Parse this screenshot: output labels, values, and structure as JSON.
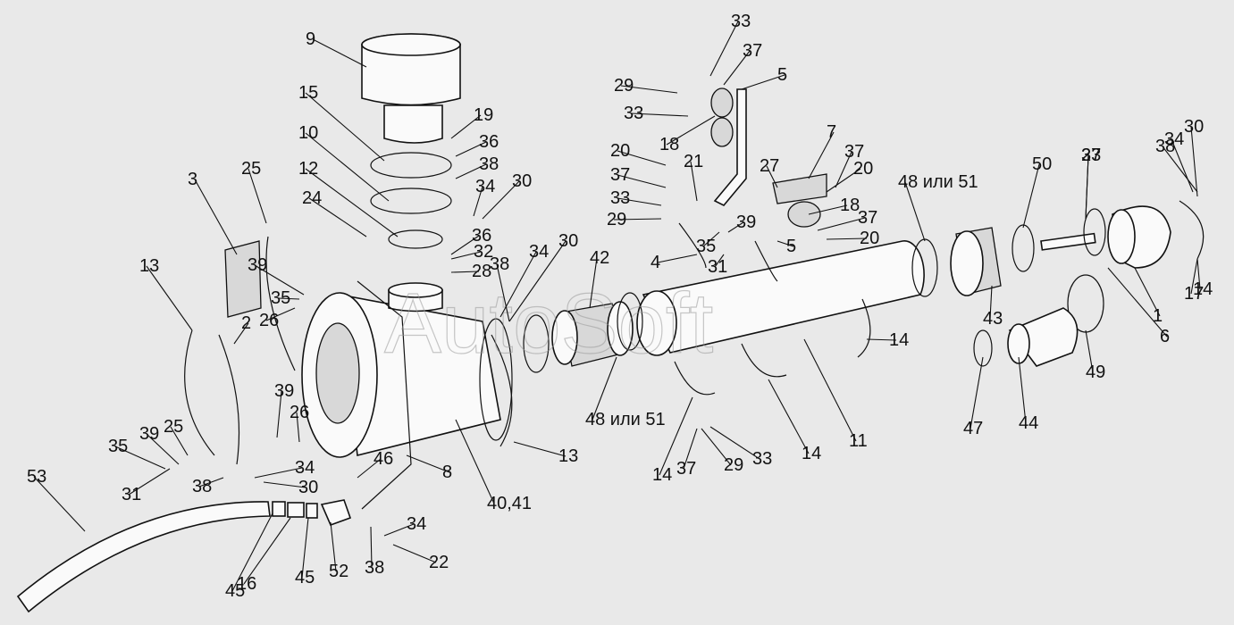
{
  "watermark": "AutoSoft",
  "labels": [
    {
      "text": "1"
    },
    {
      "text": "2"
    },
    {
      "text": "3"
    },
    {
      "text": "4"
    },
    {
      "text": "5"
    },
    {
      "text": "5"
    },
    {
      "text": "6"
    },
    {
      "text": "7"
    },
    {
      "text": "8"
    },
    {
      "text": "9"
    },
    {
      "text": "10"
    },
    {
      "text": "11"
    },
    {
      "text": "12"
    },
    {
      "text": "13"
    },
    {
      "text": "13"
    },
    {
      "text": "14"
    },
    {
      "text": "14"
    },
    {
      "text": "14"
    },
    {
      "text": "14"
    },
    {
      "text": "15"
    },
    {
      "text": "16"
    },
    {
      "text": "17"
    },
    {
      "text": "18"
    },
    {
      "text": "18"
    },
    {
      "text": "19"
    },
    {
      "text": "20"
    },
    {
      "text": "20"
    },
    {
      "text": "20"
    },
    {
      "text": "21"
    },
    {
      "text": "22"
    },
    {
      "text": "23"
    },
    {
      "text": "24"
    },
    {
      "text": "25"
    },
    {
      "text": "25"
    },
    {
      "text": "26"
    },
    {
      "text": "26"
    },
    {
      "text": "27"
    },
    {
      "text": "28"
    },
    {
      "text": "29"
    },
    {
      "text": "29"
    },
    {
      "text": "29"
    },
    {
      "text": "30"
    },
    {
      "text": "30"
    },
    {
      "text": "30"
    },
    {
      "text": "30"
    },
    {
      "text": "31"
    },
    {
      "text": "31"
    },
    {
      "text": "32"
    },
    {
      "text": "33"
    },
    {
      "text": "33"
    },
    {
      "text": "33"
    },
    {
      "text": "33"
    },
    {
      "text": "34"
    },
    {
      "text": "34"
    },
    {
      "text": "34"
    },
    {
      "text": "34"
    },
    {
      "text": "34"
    },
    {
      "text": "35"
    },
    {
      "text": "35"
    },
    {
      "text": "35"
    },
    {
      "text": "36"
    },
    {
      "text": "36"
    },
    {
      "text": "37"
    },
    {
      "text": "37"
    },
    {
      "text": "37"
    },
    {
      "text": "37"
    },
    {
      "text": "37"
    },
    {
      "text": "37"
    },
    {
      "text": "38"
    },
    {
      "text": "38"
    },
    {
      "text": "38"
    },
    {
      "text": "38"
    },
    {
      "text": "38"
    },
    {
      "text": "39"
    },
    {
      "text": "39"
    },
    {
      "text": "39"
    },
    {
      "text": "39"
    },
    {
      "text": "40,41"
    },
    {
      "text": "42"
    },
    {
      "text": "43"
    },
    {
      "text": "44"
    },
    {
      "text": "45"
    },
    {
      "text": "45"
    },
    {
      "text": "46"
    },
    {
      "text": "47"
    },
    {
      "text": "48 или 51"
    },
    {
      "text": "48 или 51"
    },
    {
      "text": "49"
    },
    {
      "text": "50"
    },
    {
      "text": "52"
    },
    {
      "text": "53"
    }
  ]
}
